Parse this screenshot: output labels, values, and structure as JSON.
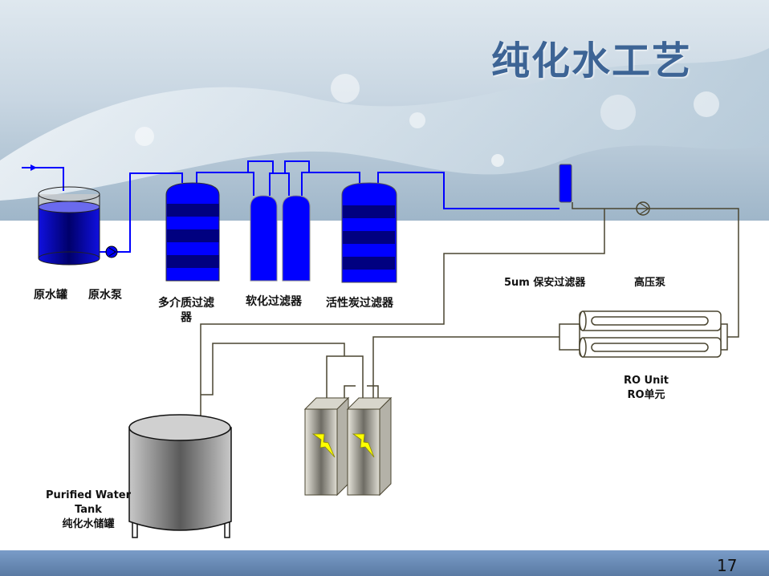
{
  "title": "纯化水工艺",
  "labels": {
    "raw_tank": "原水罐",
    "raw_pump": "原水泵",
    "multimedia_filter_1": "多介质过滤",
    "multimedia_filter_2": "器",
    "softener": "软化过滤器",
    "carbon_filter": "活性炭过滤器",
    "security_filter": "5um 保安过滤器",
    "hp_pump": "高压泵",
    "ro_en": "RO Unit",
    "ro_cn": "RO单元",
    "tank_en_1": "Purified Water",
    "tank_en_2": "Tank",
    "tank_cn": "纯化水储罐"
  },
  "page_number": "17",
  "colors": {
    "pipe_blue": "#0000ff",
    "pipe_dark": "#4a4530",
    "title": "#3d6495",
    "vessel_band": "#000080"
  }
}
